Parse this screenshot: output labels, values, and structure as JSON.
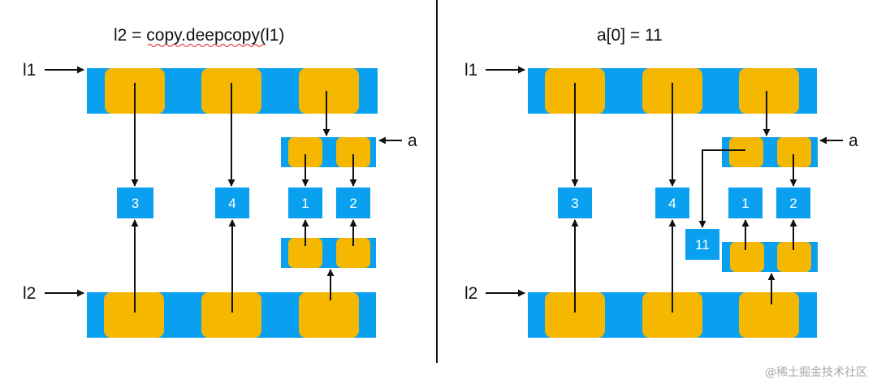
{
  "colors": {
    "list_bar": "#0AA0F0",
    "slot": "#F5B700",
    "value_box": "#0AA0F0",
    "arrow": "#111111",
    "divider": "#111111",
    "spellcheck": "#e04040",
    "watermark": "#a8a8a8"
  },
  "left_panel": {
    "caption_prefix": "l2 = ",
    "caption_code": "copy.deepcopy",
    "caption_suffix": "(l1)",
    "labels": {
      "l1": "l1",
      "l2": "l2",
      "a": "a"
    },
    "values": {
      "v3": "3",
      "v4": "4",
      "v1": "1",
      "v2": "2"
    }
  },
  "right_panel": {
    "caption": "a[0] = 11",
    "labels": {
      "l1": "l1",
      "l2": "l2",
      "a": "a"
    },
    "values": {
      "v3": "3",
      "v4": "4",
      "v1": "1",
      "v2": "2",
      "v11": "11"
    }
  },
  "watermark": {
    "icon": "at-sign-icon",
    "text": "@稀土掘金技术社区"
  }
}
